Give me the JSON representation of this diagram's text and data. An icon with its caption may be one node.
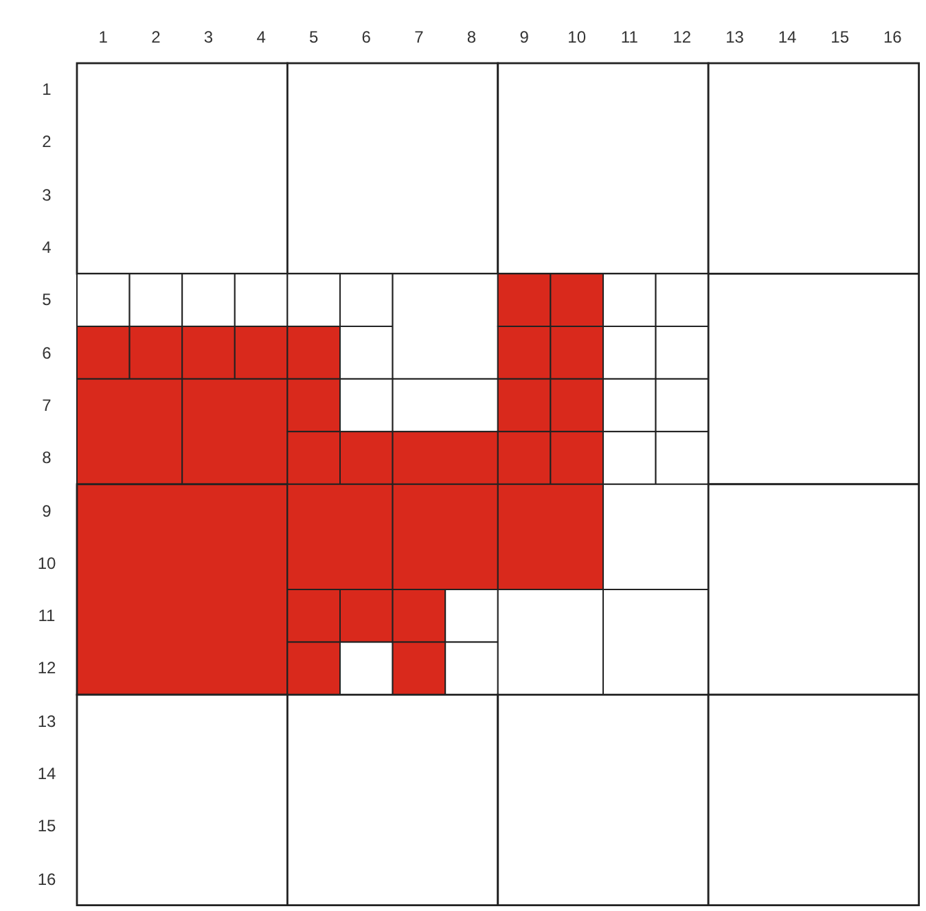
{
  "diagram": {
    "labels": [
      "1",
      "2",
      "3",
      "4",
      "5",
      "6",
      "7",
      "8",
      "9",
      "10",
      "11",
      "12",
      "13",
      "14",
      "15",
      "16",
      "1",
      "2",
      "3",
      "4",
      "5",
      "6",
      "7",
      "8",
      "9",
      "10",
      "11",
      "12",
      "13",
      "14",
      "15",
      "16"
    ]
  }
}
